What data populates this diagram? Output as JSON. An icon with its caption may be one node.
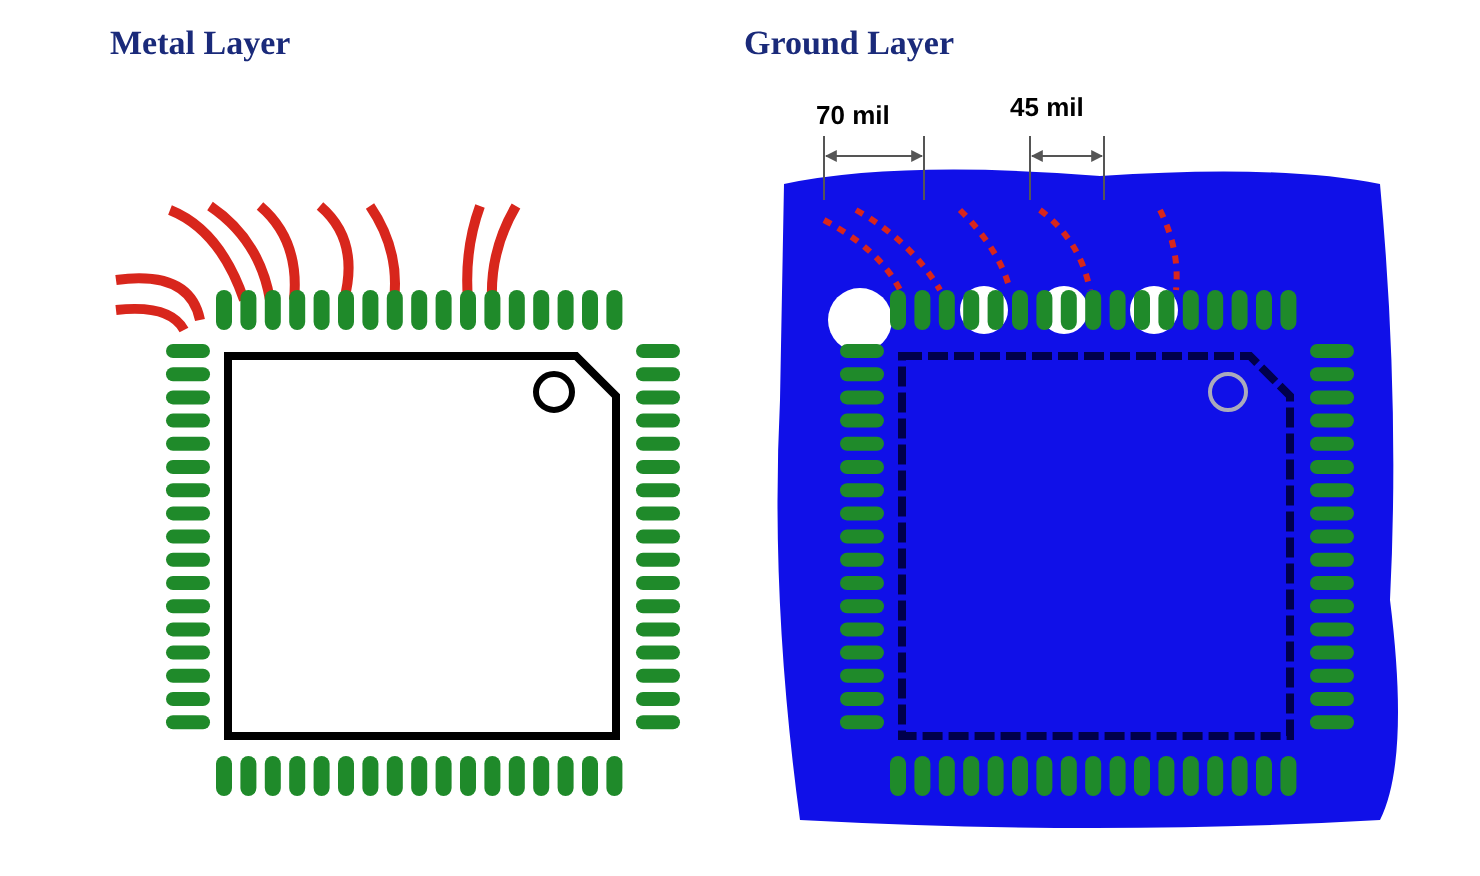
{
  "diagram": {
    "labels": [
      "Metal Layer",
      "Ground Layer",
      "70 mil",
      "45 mil"
    ]
  }
}
